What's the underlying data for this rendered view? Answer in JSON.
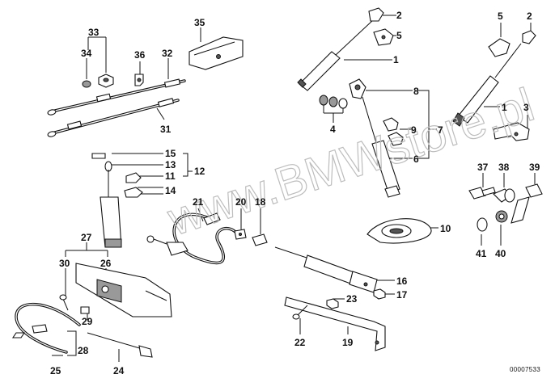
{
  "diagram": {
    "watermark": "www.BMWstore.pl",
    "reference_code": "00007533",
    "callouts": [
      "1",
      "2",
      "3",
      "4",
      "5",
      "6",
      "7",
      "8",
      "9",
      "10",
      "11",
      "12",
      "13",
      "14",
      "15",
      "16",
      "17",
      "18",
      "19",
      "20",
      "21",
      "22",
      "23",
      "24",
      "25",
      "26",
      "27",
      "28",
      "29",
      "30",
      "31",
      "32",
      "33",
      "34",
      "35",
      "36",
      "37",
      "38",
      "39",
      "40",
      "41"
    ]
  }
}
